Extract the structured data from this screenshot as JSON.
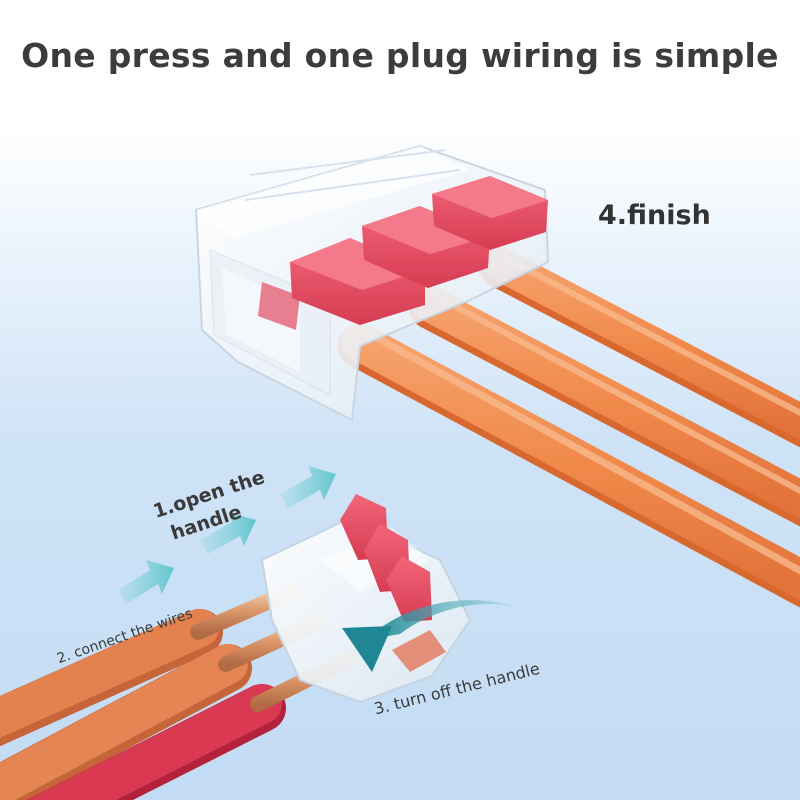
{
  "headline": "One press and one plug wiring is simple",
  "steps": {
    "open_line1": "1.open the",
    "open_line2": "handle",
    "connect": "2. connect the wires",
    "turn_off": "3. turn off the handle",
    "finish": "4.finish"
  },
  "colors": {
    "headline_text": "#3c3c3c",
    "wire_orange": "#f08a4b",
    "lever_red": "#e4475a",
    "arrow_teal": "#2f8e96",
    "background_blue": "#c3dcf4"
  },
  "icons": [
    "direction-arrow-icon",
    "curved-rotate-arrow-icon"
  ]
}
